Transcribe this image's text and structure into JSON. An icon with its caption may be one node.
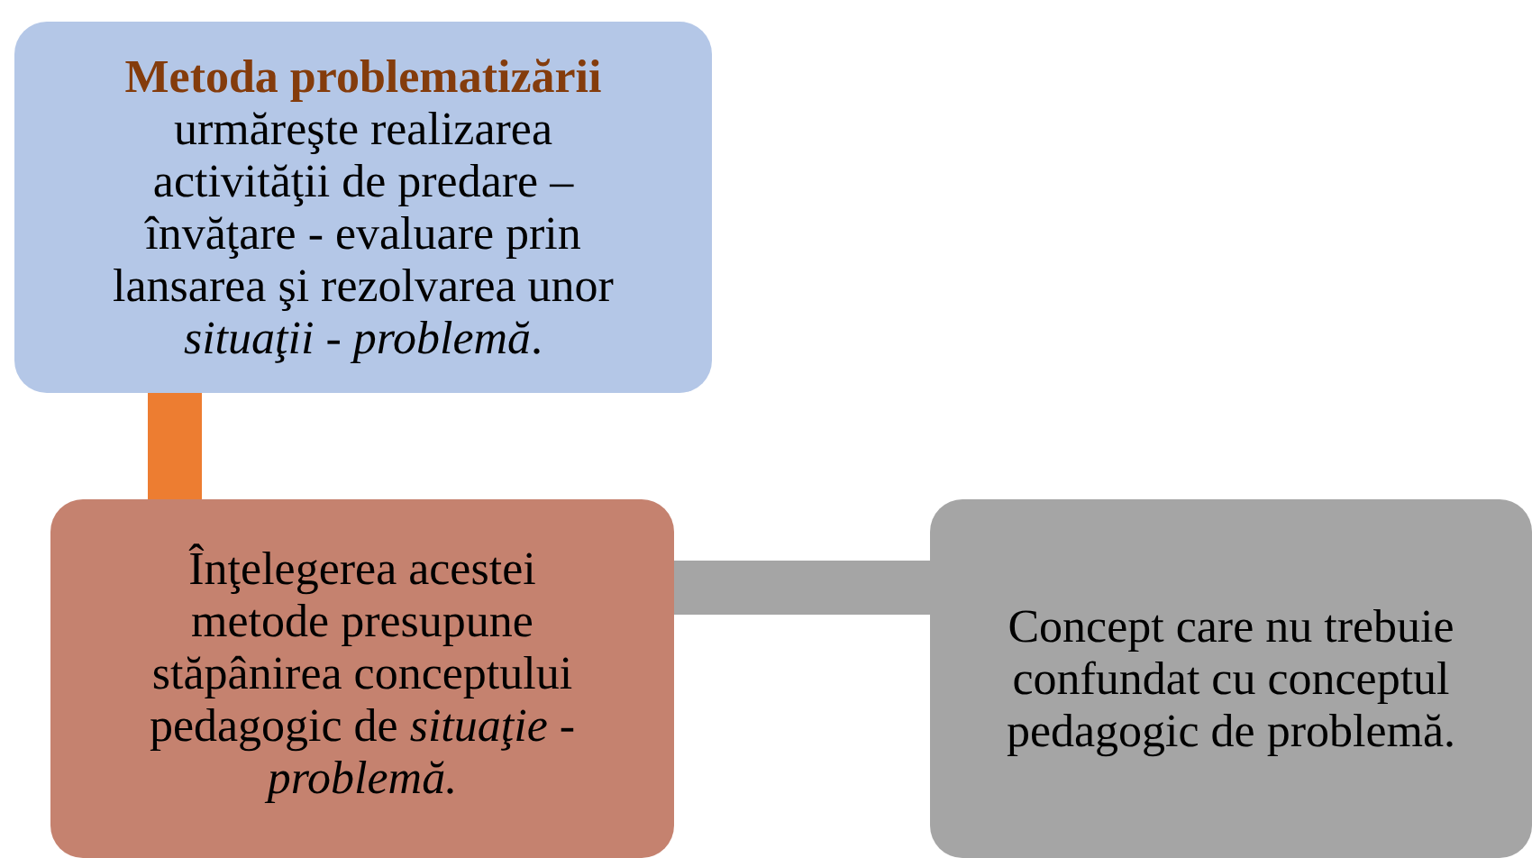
{
  "diagram": {
    "nodes": [
      {
        "text": [
          "Metoda problematizării",
          "urmăreşte realizarea activităţii de predare – învăţare - evaluare prin lansarea şi rezolvarea  unor *situaţii - problemă*."
        ]
      },
      {
        "text": [
          "Înţelegerea acestei metode presupune stăpânirea conceptului pedagogic de *situaţie - problemă.*"
        ]
      },
      {
        "text": [
          "Concept care nu trebuie confundat cu conceptul pedagogic de problemă."
        ]
      }
    ],
    "edges": [
      {
        "from": 0,
        "to": 1,
        "arrow": "none",
        "color": "#ed7d31"
      },
      {
        "from": 1,
        "to": 2,
        "arrow": "none",
        "color": "#a5a5a5"
      }
    ]
  }
}
